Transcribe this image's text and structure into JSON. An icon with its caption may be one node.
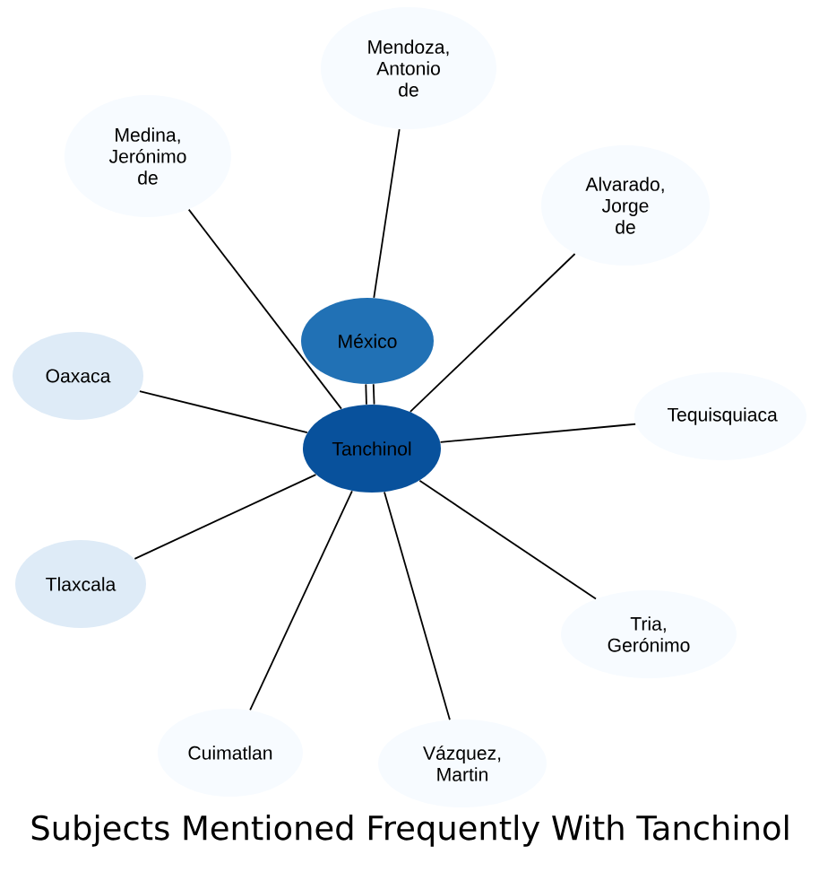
{
  "diagram": {
    "title": "Subjects Mentioned Frequently With Tanchinol",
    "nodes": [
      {
        "text": [
          "Mendoza, Antonio de"
        ]
      },
      {
        "text": [
          "Medina, Jerónimo de"
        ]
      },
      {
        "text": [
          "Alvarado, Jorge de"
        ]
      },
      {
        "text": [
          "México"
        ]
      },
      {
        "text": [
          "Oaxaca"
        ]
      },
      {
        "text": [
          "Tequisquiaca"
        ]
      },
      {
        "text": [
          "Tanchinol"
        ]
      },
      {
        "text": [
          "Tlaxcala"
        ]
      },
      {
        "text": [
          "Tria, Gerónimo"
        ]
      },
      {
        "text": [
          "Cuimatlan"
        ]
      },
      {
        "text": [
          "Vázquez, Martin"
        ]
      }
    ],
    "edges": [
      {
        "from": 3,
        "to": 0,
        "arrow": "none"
      },
      {
        "from": 6,
        "to": 1,
        "arrow": "none"
      },
      {
        "from": 6,
        "to": 2,
        "arrow": "none"
      },
      {
        "from": 6,
        "to": 3,
        "arrow": "none"
      },
      {
        "from": 6,
        "to": 3,
        "arrow": "none"
      },
      {
        "from": 6,
        "to": 4,
        "arrow": "none"
      },
      {
        "from": 6,
        "to": 5,
        "arrow": "none"
      },
      {
        "from": 6,
        "to": 7,
        "arrow": "none"
      },
      {
        "from": 6,
        "to": 8,
        "arrow": "none"
      },
      {
        "from": 6,
        "to": 9,
        "arrow": "none"
      },
      {
        "from": 6,
        "to": 10,
        "arrow": "none"
      }
    ]
  }
}
